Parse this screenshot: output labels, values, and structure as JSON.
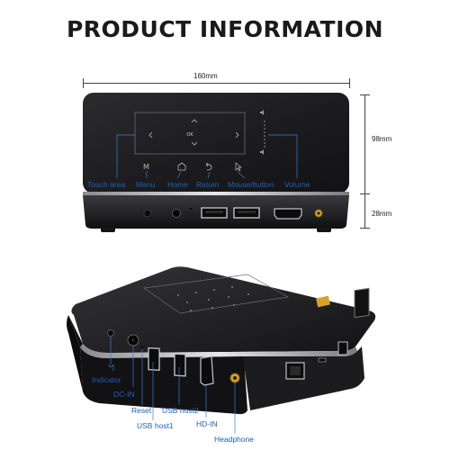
{
  "title": "PRODUCT INFORMATION",
  "dimensions": {
    "width": "160mm",
    "depth": "98mm",
    "height": "28mm"
  },
  "pad_labels": {
    "ok": "OK"
  },
  "top_callouts": [
    "Touch area",
    "Menu",
    "Home",
    "Return",
    "Mouse/button",
    "Volume"
  ],
  "side_callouts": [
    "Indicator",
    "DC-IN",
    "Reset",
    "USB host1",
    "USB host2",
    "HD-IN",
    "Headphone"
  ],
  "colors": {
    "callout": "#1f5fb4",
    "device": "#1b1b1d",
    "accent": "#d8a22a"
  }
}
